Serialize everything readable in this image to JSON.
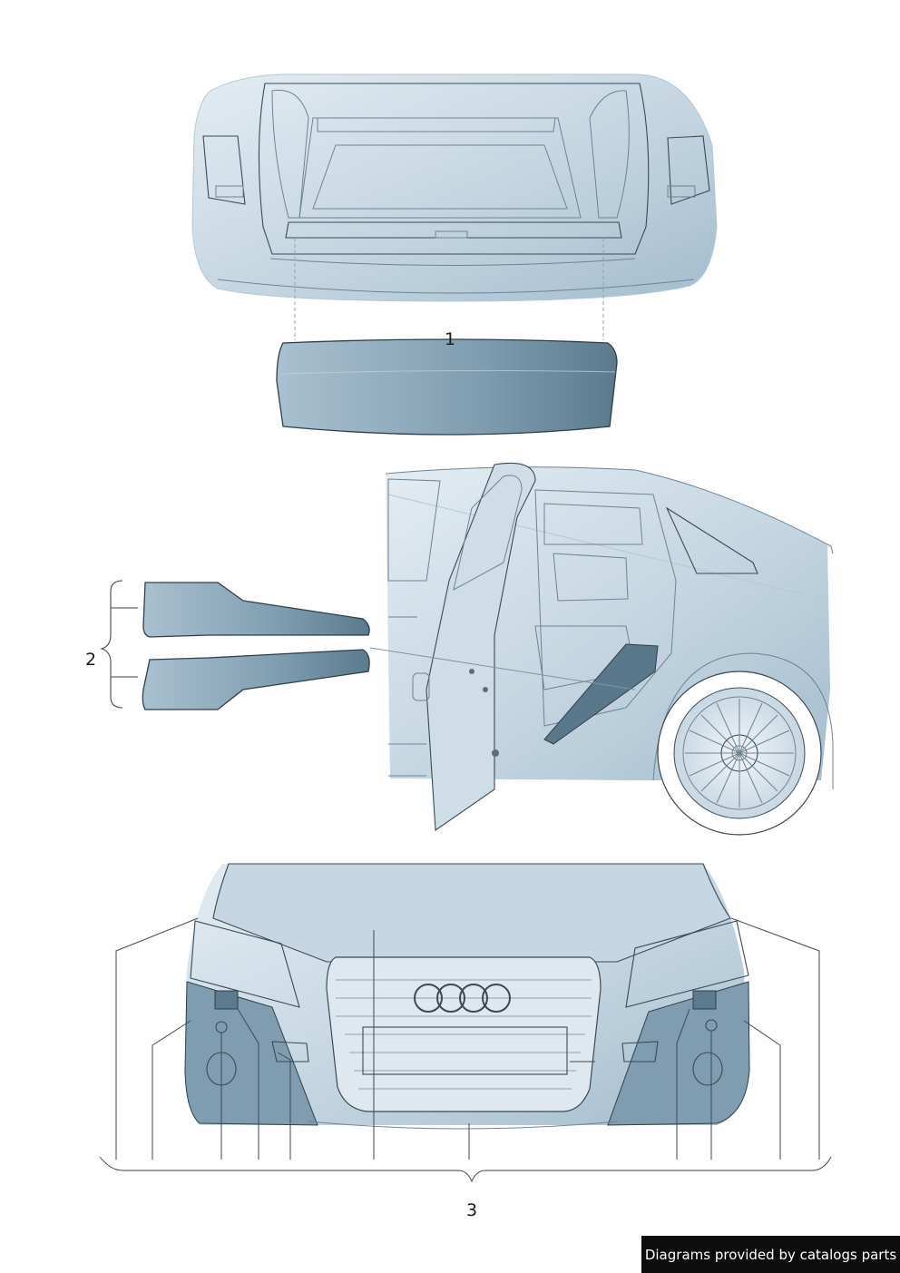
{
  "callouts": {
    "part_1": "1",
    "part_2": "2",
    "part_3": "3"
  },
  "credit": "Diagrams provided by catalogs parts",
  "colors": {
    "body_fill": "#cbd9e4",
    "body_shade": "#aac0cf",
    "part_dark": "#5f7f93",
    "part_light": "#b4cad8",
    "outline": "#3a4a55"
  }
}
